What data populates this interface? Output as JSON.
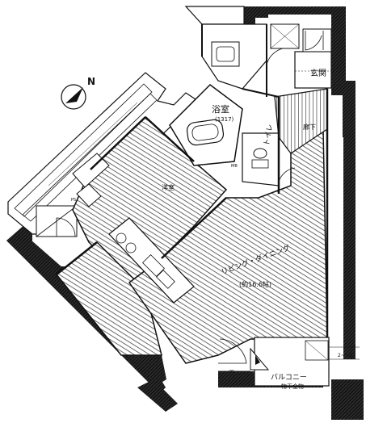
{
  "compass": {
    "letter": "N"
  },
  "rooms": {
    "bath": {
      "name": "浴室",
      "size": "(1317)"
    },
    "entrance": {
      "name": "玄関"
    },
    "toilet": {
      "name": "トイレ"
    },
    "hall": {
      "name": "廊下"
    },
    "western": {
      "name": "洋室"
    },
    "living": {
      "name": "リビング・ダイニング",
      "size": "(約16.6帖)"
    },
    "balcony": {
      "name": "バルコニー",
      "note": "物干金物"
    }
  },
  "marks": {
    "ps": "PS",
    "mb": "MB",
    "ps_bottom": "PS",
    "balcony_right_note": "2~1勾"
  },
  "colors": {
    "ink": "#111111",
    "hatch": "#5a5a5a",
    "wall": "#1a1a1a"
  }
}
